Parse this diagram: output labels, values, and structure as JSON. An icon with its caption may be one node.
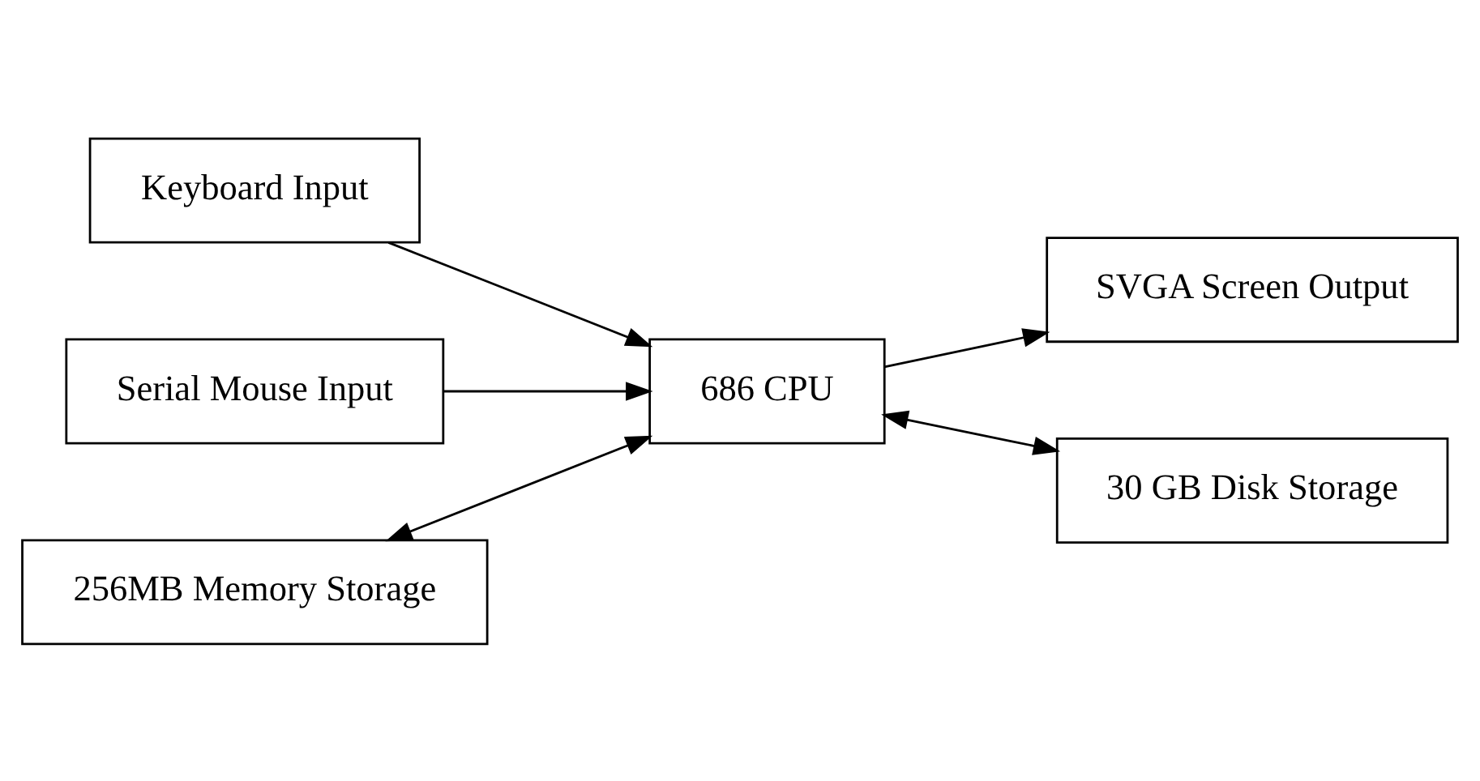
{
  "diagram": {
    "nodes": [
      {
        "text": [
          "Keyboard Input"
        ]
      },
      {
        "text": [
          "Serial Mouse Input"
        ]
      },
      {
        "text": [
          "686 CPU"
        ]
      },
      {
        "text": [
          "SVGA Screen Output"
        ]
      },
      {
        "text": [
          "256MB Memory Storage"
        ]
      },
      {
        "text": [
          "30 GB Disk Storage"
        ]
      }
    ],
    "edges": [
      {
        "from": 0,
        "to": 2,
        "arrow": "to"
      },
      {
        "from": 1,
        "to": 2,
        "arrow": "to"
      },
      {
        "from": 2,
        "to": 3,
        "arrow": "to"
      },
      {
        "from": 4,
        "to": 2,
        "arrow": "both"
      },
      {
        "from": 2,
        "to": 5,
        "arrow": "both"
      }
    ]
  }
}
